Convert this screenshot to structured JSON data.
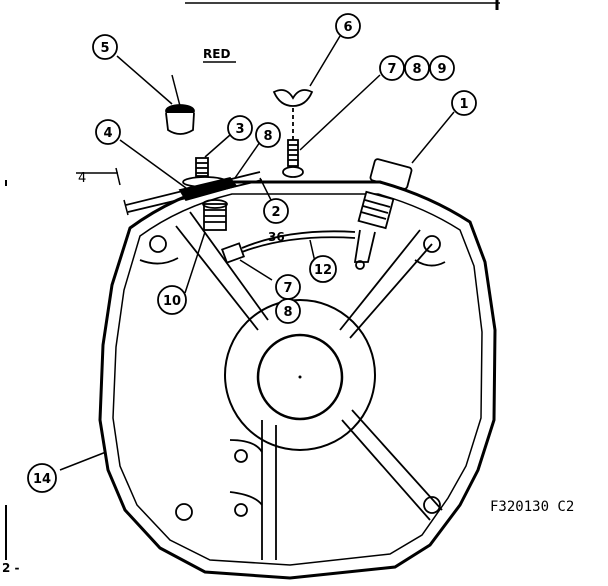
{
  "figure": {
    "code": "F320130 C2",
    "page_mark": "2 -",
    "labels": {
      "red": "RED",
      "dim_four": "4",
      "wire_gauge": "36"
    },
    "callouts": [
      "5",
      "6",
      "7",
      "8",
      "9",
      "1",
      "4",
      "3",
      "8",
      "2",
      "10",
      "7",
      "8",
      "12",
      "14"
    ]
  }
}
